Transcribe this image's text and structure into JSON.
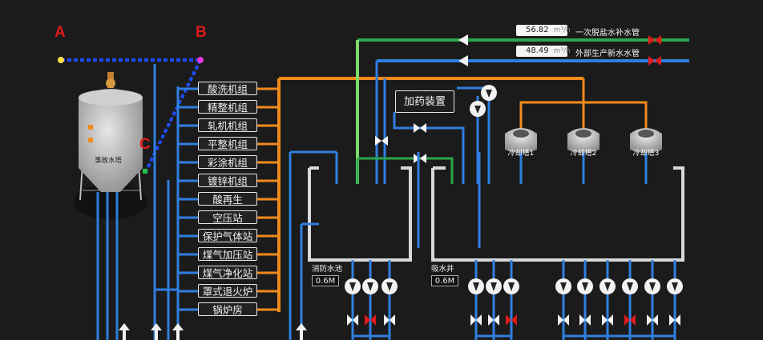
{
  "markers": {
    "a": "A",
    "b": "B",
    "c": "C"
  },
  "silo": {
    "label": "事故水塔"
  },
  "units": [
    {
      "label": "酸洗机组"
    },
    {
      "label": "精整机组"
    },
    {
      "label": "轧机机组"
    },
    {
      "label": "平整机组"
    },
    {
      "label": "彩涂机组"
    },
    {
      "label": "镀锌机组"
    },
    {
      "label": "酸再生"
    },
    {
      "label": "空压站"
    },
    {
      "label": "保护气体站"
    },
    {
      "label": "煤气加压站"
    },
    {
      "label": "煤气净化站"
    },
    {
      "label": "罩式退火炉"
    },
    {
      "label": "锅炉房"
    }
  ],
  "supply_lines": [
    {
      "value": "56.82",
      "unit": "m³/h",
      "label": "一次脱盐水补水管",
      "color": "#2aa84a"
    },
    {
      "value": "48.49",
      "unit": "m³/h",
      "label": "外部生产新水水管",
      "color": "#2f7fe0"
    }
  ],
  "dosing": {
    "label": "加药装置"
  },
  "towers": [
    {
      "label": "冷却塔1"
    },
    {
      "label": "冷却塔2"
    },
    {
      "label": "冷却塔3"
    }
  ],
  "pools": [
    {
      "label": "消防水池",
      "level": "0.6M"
    },
    {
      "label": "吸水井",
      "level": "0.6M"
    }
  ],
  "colors": {
    "background": "#1b1b1b",
    "supply_blue": "#2f7fe0",
    "return_orange": "#f08a1c",
    "recycled_green": "#2aa84a",
    "alarm_red": "#e01b1b",
    "dashed_blue": "#1f4cff"
  }
}
